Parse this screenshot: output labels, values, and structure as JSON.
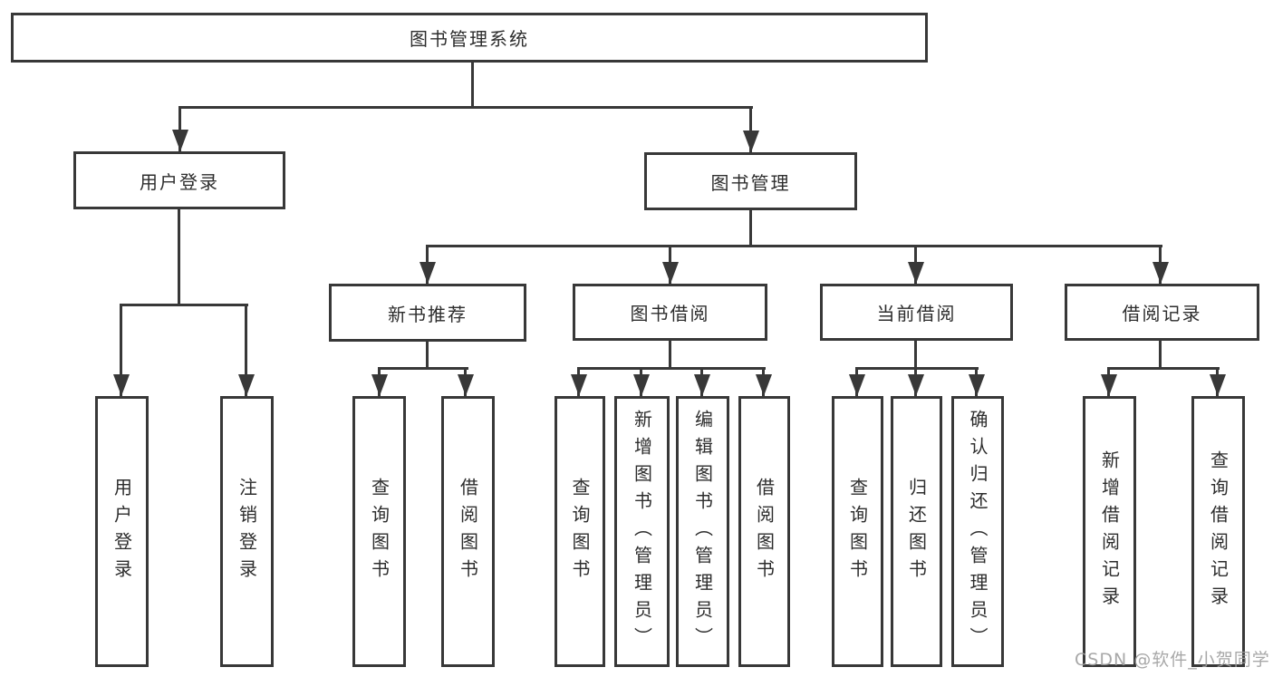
{
  "diagram": {
    "title_node": "图书管理系统",
    "level2": [
      "用户登录",
      "图书管理"
    ],
    "level3": [
      "新书推荐",
      "图书借阅",
      "当前借阅",
      "借阅记录"
    ],
    "leaves_login": [
      "用户登录",
      "注销登录"
    ],
    "leaves_recommend": [
      "查询图书",
      "借阅图书"
    ],
    "leaves_borrow": [
      "查询图书",
      "新增图书（管理员）",
      "编辑图书（管理员）",
      "借阅图书"
    ],
    "leaves_current": [
      "查询图书",
      "归还图书",
      "确认归还（管理员）"
    ],
    "leaves_records": [
      "新增借阅记录",
      "查询借阅记录"
    ]
  },
  "watermark": "CSDN @软件_小贺同学",
  "colors": {
    "line": "#383838",
    "text": "#2d2d2d",
    "background": "#ffffff",
    "watermark": "#9e9e9e"
  }
}
